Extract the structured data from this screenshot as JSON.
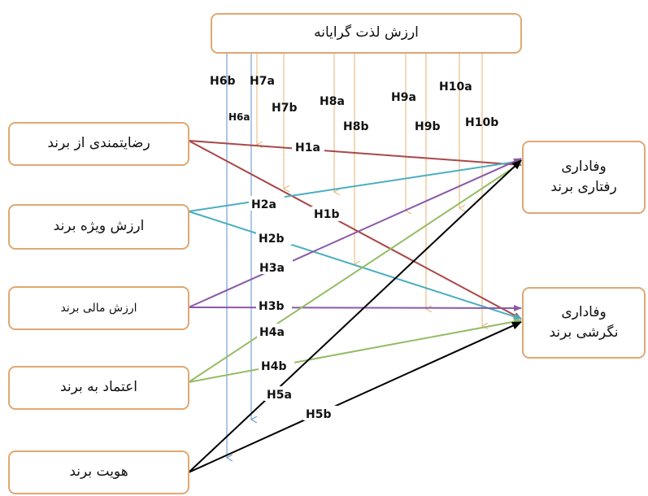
{
  "nodes": {
    "hedonic_value": "ارزش لذت گرایانه",
    "brand_satisfaction": "رضایتمندی از برند",
    "brand_equity": "ارزش ویژه برند",
    "brand_financial_value": "ارزش مالی برند",
    "brand_trust": "اعتماد به برند",
    "brand_identity": "هویت برند",
    "behavioral_loyalty": "وفاداری\nرفتاری برند",
    "attitudinal_loyalty": "وفاداری\nنگرشی برند"
  },
  "hypotheses": {
    "h1a": "H1a",
    "h1b": "H1b",
    "h2a": "H2a",
    "h2b": "H2b",
    "h3a": "H3a",
    "h3b": "H3b",
    "h4a": "H4a",
    "h4b": "H4b",
    "h5a": "H5a",
    "h5b": "H5b",
    "h6a": "H6a",
    "h6b": "H6b",
    "h7a": "H7a",
    "h7b": "H7b",
    "h8a": "H8a",
    "h8b": "H8b",
    "h9a": "H9a",
    "h9b": "H9b",
    "h10a": "H10a",
    "h10b": "H10b"
  },
  "colors": {
    "box_border": "#e0a872",
    "h1": "#a84848",
    "h2": "#4aaec0",
    "h3": "#8a5aa8",
    "h4": "#94bc64",
    "h5": "#000000",
    "moderator_orange": "#e8b070",
    "moderator_blue": "#5b8fd0"
  }
}
